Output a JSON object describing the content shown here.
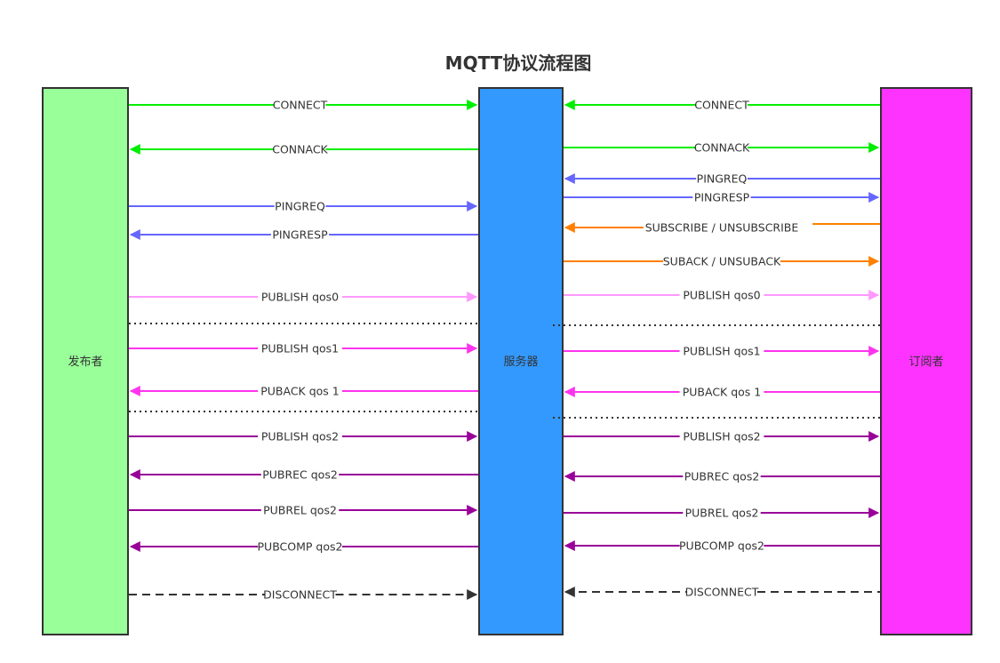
{
  "title": "MQTT协议流程图",
  "lanes": [
    {
      "id": "publisher",
      "label": "发布者",
      "color": "#99ff99"
    },
    {
      "id": "server",
      "label": "服务器",
      "color": "#3399ff"
    },
    {
      "id": "subscriber",
      "label": "订阅者",
      "color": "#ff33ff"
    }
  ],
  "colors": {
    "connect": "#00ee00",
    "ping": "#6666ff",
    "subscribe": "#ff8000",
    "qos0": "#ff99ff",
    "qos1": "#ff33ee",
    "qos2": "#990099",
    "disconnect": "#333333",
    "border": "#333333"
  },
  "left_messages": [
    {
      "label": "CONNECT",
      "direction": "to-server",
      "color_key": "connect",
      "style": "solid"
    },
    {
      "label": "CONNACK",
      "direction": "to-publisher",
      "color_key": "connect",
      "style": "solid"
    },
    {
      "label": "PINGREQ",
      "direction": "to-server",
      "color_key": "ping",
      "style": "solid"
    },
    {
      "label": "PINGRESP",
      "direction": "to-publisher",
      "color_key": "ping",
      "style": "solid"
    },
    {
      "label": "PUBLISH qos0",
      "direction": "to-server",
      "color_key": "qos0",
      "style": "solid"
    },
    {
      "label": "",
      "direction": "none",
      "color_key": "disconnect",
      "style": "separator"
    },
    {
      "label": "PUBLISH qos1",
      "direction": "to-server",
      "color_key": "qos1",
      "style": "solid"
    },
    {
      "label": "PUBACK qos 1",
      "direction": "to-publisher",
      "color_key": "qos1",
      "style": "solid"
    },
    {
      "label": "",
      "direction": "none",
      "color_key": "disconnect",
      "style": "separator"
    },
    {
      "label": "PUBLISH qos2",
      "direction": "to-server",
      "color_key": "qos2",
      "style": "solid"
    },
    {
      "label": "PUBREC qos2",
      "direction": "to-publisher",
      "color_key": "qos2",
      "style": "solid"
    },
    {
      "label": "PUBREL qos2",
      "direction": "to-server",
      "color_key": "qos2",
      "style": "solid"
    },
    {
      "label": "PUBCOMP qos2",
      "direction": "to-publisher",
      "color_key": "qos2",
      "style": "solid"
    },
    {
      "label": "DISCONNECT",
      "direction": "to-server",
      "color_key": "disconnect",
      "style": "dashed"
    }
  ],
  "right_messages": [
    {
      "label": "CONNECT",
      "direction": "to-server",
      "color_key": "connect",
      "style": "solid"
    },
    {
      "label": "CONNACK",
      "direction": "to-subscriber",
      "color_key": "connect",
      "style": "solid"
    },
    {
      "label": "PINGREQ",
      "direction": "to-server",
      "color_key": "ping",
      "style": "solid"
    },
    {
      "label": "PINGRESP",
      "direction": "to-subscriber",
      "color_key": "ping",
      "style": "solid"
    },
    {
      "label": "SUBSCRIBE / UNSUBSCRIBE",
      "direction": "to-server",
      "color_key": "subscribe",
      "style": "solid"
    },
    {
      "label": "SUBACK / UNSUBACK",
      "direction": "to-subscriber",
      "color_key": "subscribe",
      "style": "solid"
    },
    {
      "label": "PUBLISH qos0",
      "direction": "to-subscriber",
      "color_key": "qos0",
      "style": "solid"
    },
    {
      "label": "",
      "direction": "none",
      "color_key": "disconnect",
      "style": "separator"
    },
    {
      "label": "PUBLISH qos1",
      "direction": "to-subscriber",
      "color_key": "qos1",
      "style": "solid"
    },
    {
      "label": "PUBACK qos 1",
      "direction": "to-server",
      "color_key": "qos1",
      "style": "solid"
    },
    {
      "label": "",
      "direction": "none",
      "color_key": "disconnect",
      "style": "separator"
    },
    {
      "label": "PUBLISH qos2",
      "direction": "to-subscriber",
      "color_key": "qos2",
      "style": "solid"
    },
    {
      "label": "PUBREC qos2",
      "direction": "to-server",
      "color_key": "qos2",
      "style": "solid"
    },
    {
      "label": "PUBREL qos2",
      "direction": "to-subscriber",
      "color_key": "qos2",
      "style": "solid"
    },
    {
      "label": "PUBCOMP qos2",
      "direction": "to-server",
      "color_key": "qos2",
      "style": "solid"
    },
    {
      "label": "DISCONNECT",
      "direction": "to-server",
      "color_key": "disconnect",
      "style": "dashed"
    }
  ]
}
